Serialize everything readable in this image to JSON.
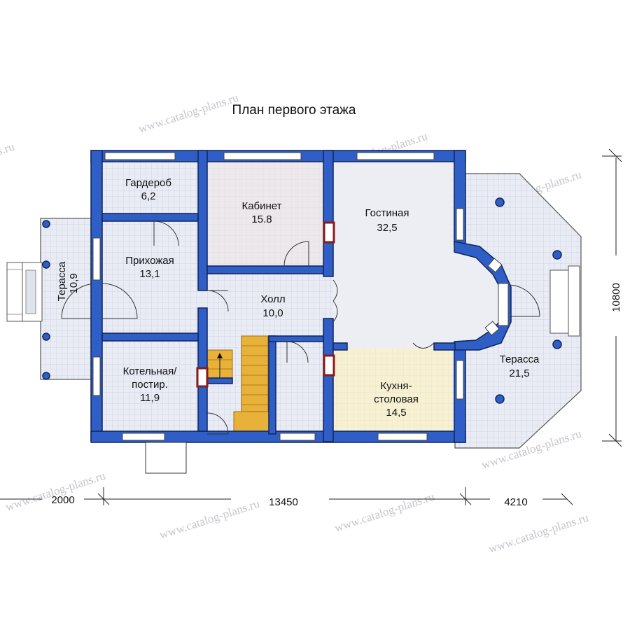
{
  "plan": {
    "title": "План первого этажа",
    "watermark": "www.catalog-plans.ru",
    "colors": {
      "wall": "#2f5fc6",
      "wall_dark": "#11255a",
      "floor_tile": "#e9ecf4",
      "floor_grid": "#c9cfdc",
      "study_floor": "#ece8ec",
      "kitchen_floor": "#f7f1d4",
      "stair": "#e8b23a",
      "dim_line": "#222222"
    },
    "rooms": {
      "wardrobe": {
        "name": "Гардероб",
        "area": "6,2"
      },
      "study": {
        "name": "Кабинет",
        "area": "15.8"
      },
      "living": {
        "name": "Гостиная",
        "area": "32,5"
      },
      "hall_entry": {
        "name": "Прихожая",
        "area": "13,1"
      },
      "hall": {
        "name": "Холл",
        "area": "10,0"
      },
      "boiler": {
        "name": "Котельная/",
        "name2": "постир.",
        "area": "11,9"
      },
      "kitchen": {
        "name": "Кухня-",
        "name2": "столовая",
        "area": "14,5"
      },
      "terrace_left": {
        "name": "Терасса",
        "area": "10,9"
      },
      "terrace_right": {
        "name": "Терасса",
        "area": "21,5"
      }
    },
    "dimensions": {
      "left": "2000",
      "center": "13450",
      "right": "4210",
      "height": "10800"
    }
  }
}
